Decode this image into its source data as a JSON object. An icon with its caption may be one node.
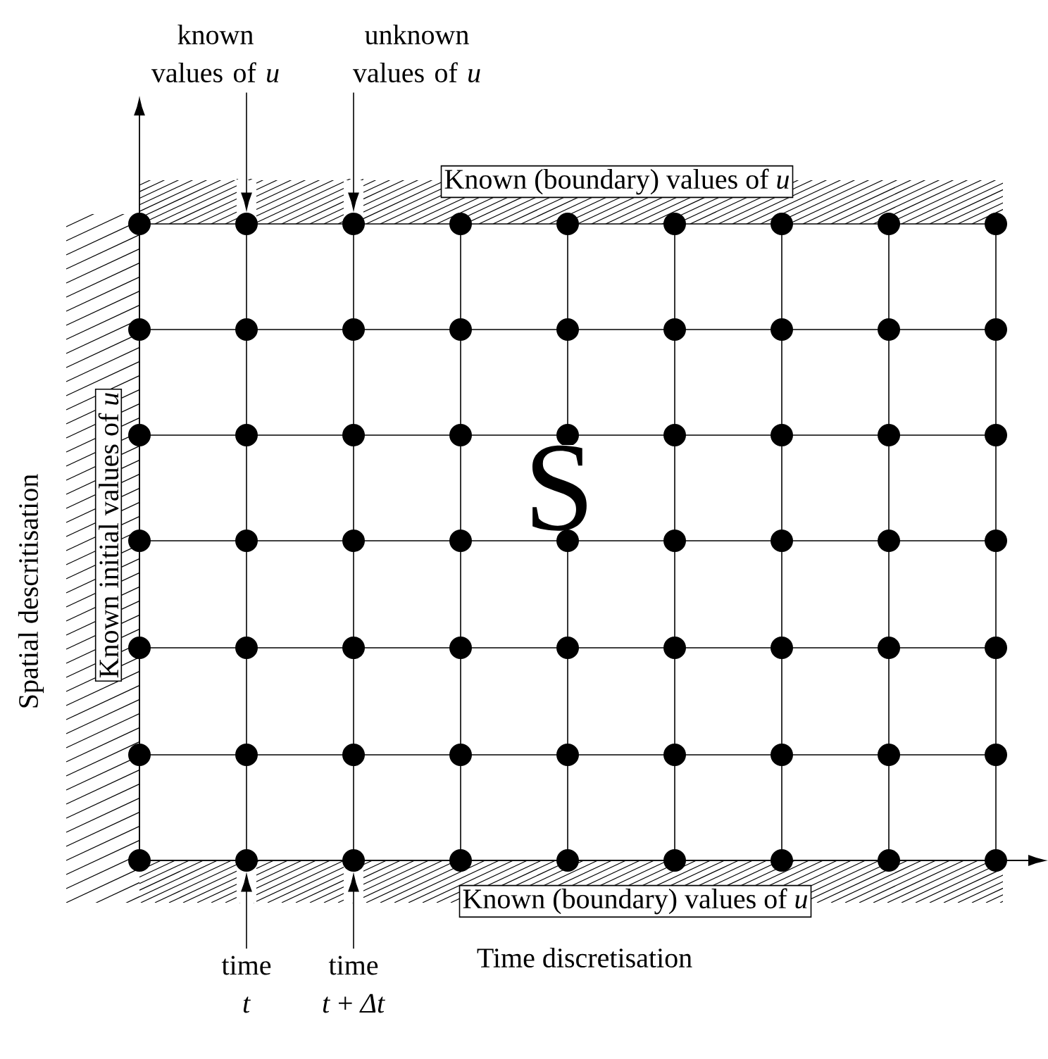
{
  "diagram": {
    "nodes": [
      {
        "text": [
          "known values of *u*"
        ]
      },
      {
        "text": [
          "unknown values of *u*"
        ]
      },
      {
        "text": [
          "Known (boundary) values of *u*"
        ]
      },
      {
        "text": [],
        "shape": "circle"
      },
      {
        "text": [],
        "shape": "circle"
      },
      {
        "text": [
          "Known initial values of *u*"
        ]
      },
      {
        "text": [
          "Known (boundary) values of *u*"
        ]
      },
      {
        "text": [],
        "shape": "circle"
      },
      {
        "text": [],
        "shape": "circle"
      },
      {
        "text": [
          "time",
          "*t*"
        ]
      },
      {
        "text": [
          "time",
          "*t* + *Δt*"
        ]
      }
    ],
    "edges": [
      {
        "from": 0,
        "to": 3,
        "arrow": "to"
      },
      {
        "from": 1,
        "to": 4,
        "arrow": "to"
      },
      {
        "from": 9,
        "to": 7,
        "arrow": "to"
      },
      {
        "from": 10,
        "to": 8,
        "arrow": "to"
      }
    ],
    "labels": [
      "S",
      "Spatial descritisation",
      "Time discretisation"
    ]
  }
}
